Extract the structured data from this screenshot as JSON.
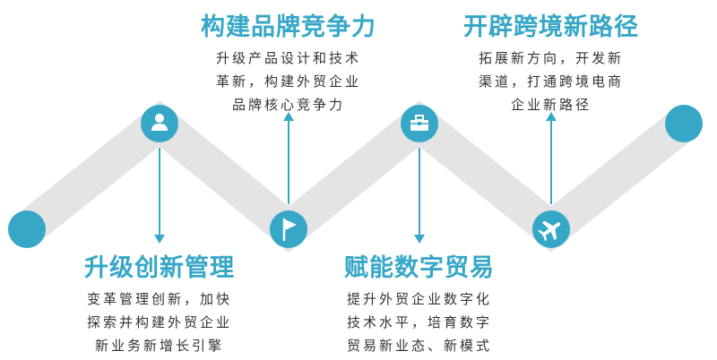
{
  "colors": {
    "band": "#e4e4e4",
    "accent": "#36a7c7",
    "text": "#333333",
    "title": "#36a7c7"
  },
  "steps": [
    {
      "title": "升级创新管理",
      "lines": [
        "变革管理创新，加快",
        "探索并构建外贸企业",
        "新业务新增长引擎"
      ],
      "icon": "user-icon"
    },
    {
      "title": "构建品牌竞争力",
      "lines": [
        "升级产品设计和技术",
        "革新，构建外贸企业",
        "品牌核心竞争力"
      ],
      "icon": "flag-icon"
    },
    {
      "title": "赋能数字贸易",
      "lines": [
        "提升外贸企业数字化",
        "技术水平，培育数字",
        "贸易新业态、新模式"
      ],
      "icon": "toolbox-icon"
    },
    {
      "title": "开辟跨境新路径",
      "lines": [
        "拓展新方向，开发新",
        "渠道，打通跨境电商",
        "企业新路径"
      ],
      "icon": "airplane-icon"
    }
  ]
}
